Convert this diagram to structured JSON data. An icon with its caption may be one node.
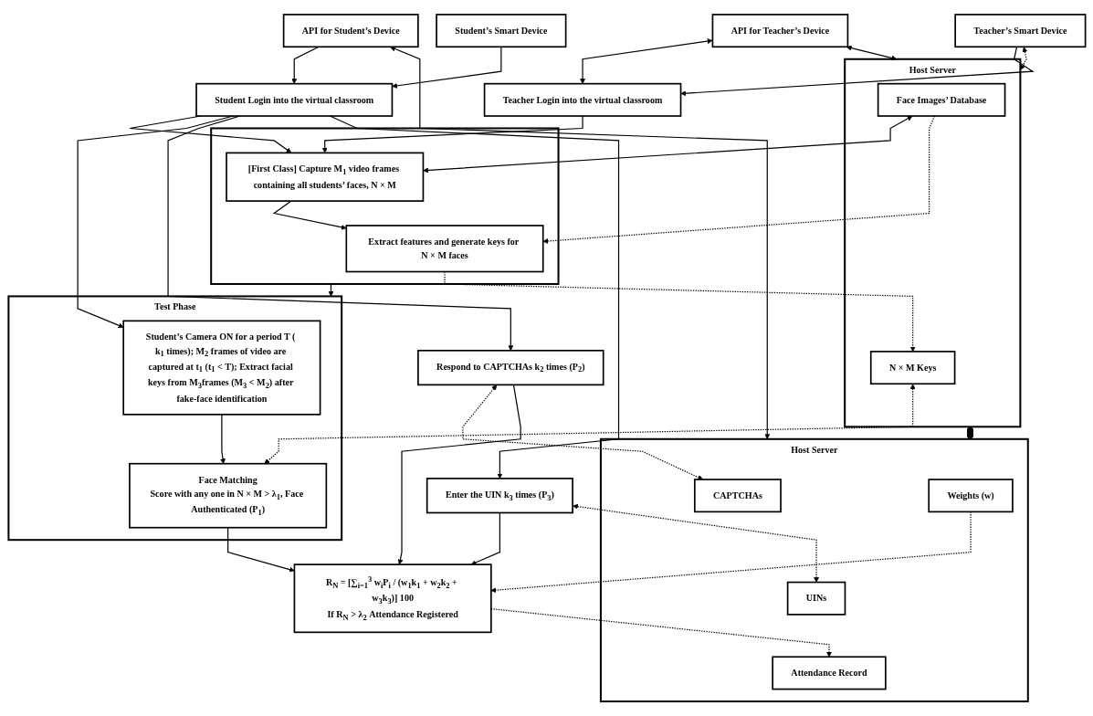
{
  "diagram": {
    "nodes": [
      {
        "text": [
          "Teacher’s Smart Device"
        ]
      },
      {
        "text": [
          "API for Teacher’s Device"
        ]
      },
      {
        "text": [
          "Teacher Login into the virtual classroom"
        ]
      },
      {
        "text": [
          "Host Server"
        ]
      },
      {
        "text": [
          "Face Images’ Database"
        ],
        "in": 3
      },
      {
        "text": [
          "N × M Keys"
        ],
        "in": 3
      },
      {
        "text": [],
        "shape": "box"
      },
      {
        "text": [
          "[First Class] Capture M$_{1}$ video frames containing all students’ faces, N × M"
        ],
        "in": 6
      },
      {
        "text": [
          "Extract features and generate keys for N × M faces"
        ],
        "in": 6
      },
      {
        "text": [
          "Test Phase"
        ]
      },
      {
        "text": [
          "Student’s Camera ON for a period T ( k$_{1}$ times); M$_{2}$ frames of video are captured at t$_{1}$ (t$_{1}$ < T); Extract facial keys from M$_{3}$frames (M$_{3}$ < M$_{2}$) after fake-face identification"
        ],
        "in": 9
      },
      {
        "text": [
          "Face Matching",
          "Score with any one in N × M > λ$_{1}$, Face Authenticated (P$_{1}$)"
        ],
        "in": 9
      },
      {
        "text": [
          "Student’s Smart Device"
        ]
      },
      {
        "text": [
          "Student Login into the virtual classroom"
        ]
      },
      {
        "text": [
          "API for Student’s Device"
        ]
      },
      {
        "text": [
          "Respond to CAPTCHAs k$_{2}$ times (P$_{2}$)"
        ]
      },
      {
        "text": [
          "Enter the UIN k$_{3}$ times (P$_{3}$)"
        ]
      },
      {
        "text": [
          "Host Server"
        ]
      },
      {
        "text": [
          "CAPTCHAs"
        ],
        "in": 17
      },
      {
        "text": [
          "UINs"
        ],
        "in": 17
      },
      {
        "text": [
          "Weights (w)"
        ],
        "in": 17
      },
      {
        "text": [
          "Attendance Record"
        ],
        "in": 17
      },
      {
        "text": [
          "R$_{N}$ = [∑$_{i=1}$$^{3}$ w$_{i}$P$_{i}$ / (w$_{1}$k$_{1}$ + w$_{2}$k$_{2}$ + w$_{3}$k$_{3}$)] 100",
          "If R$_{N}$ > λ$_{2}$ Attendance Registered"
        ]
      }
    ],
    "edges": [
      {
        "from": 0,
        "to": 2,
        "arrow": "to"
      },
      {
        "from": 1,
        "to": 2,
        "arrow": "both"
      },
      {
        "from": 1,
        "to": 3,
        "arrow": "both"
      },
      {
        "from": 0,
        "to": 3,
        "arrow": "both",
        "style": "dashed"
      },
      {
        "from": 2,
        "to": 7,
        "arrow": "to"
      },
      {
        "from": 4,
        "to": 7,
        "arrow": "both"
      },
      {
        "from": 7,
        "to": 8,
        "arrow": "to"
      },
      {
        "from": 4,
        "to": 8,
        "arrow": "to",
        "style": "dashed"
      },
      {
        "from": 8,
        "to": 5,
        "arrow": "to",
        "style": "dashed"
      },
      {
        "from": 6,
        "to": 9,
        "arrow": "to"
      },
      {
        "from": 12,
        "to": 13,
        "arrow": "to"
      },
      {
        "from": 14,
        "to": 13,
        "arrow": "to"
      },
      {
        "from": 14,
        "to": 17,
        "arrow": "both"
      },
      {
        "from": 13,
        "to": 7,
        "arrow": "to"
      },
      {
        "from": 13,
        "to": 10,
        "arrow": "to"
      },
      {
        "from": 13,
        "to": 15,
        "arrow": "to"
      },
      {
        "from": 13,
        "to": 16,
        "arrow": "to"
      },
      {
        "from": 15,
        "to": 18,
        "arrow": "both",
        "style": "dashed"
      },
      {
        "from": 16,
        "to": 19,
        "arrow": "both",
        "style": "dashed"
      },
      {
        "from": 10,
        "to": 11,
        "arrow": "to"
      },
      {
        "from": 5,
        "to": 11,
        "arrow": "both",
        "style": "dashed"
      },
      {
        "from": 15,
        "to": 22,
        "arrow": "to"
      },
      {
        "from": 16,
        "to": 22,
        "arrow": "to"
      },
      {
        "from": 11,
        "to": 22,
        "arrow": "to"
      },
      {
        "from": 20,
        "to": 22,
        "arrow": "to",
        "style": "dashed"
      },
      {
        "from": 22,
        "to": 21,
        "arrow": "to",
        "style": "dashed"
      },
      {
        "from": 3,
        "to": 17,
        "arrow": "other"
      }
    ]
  }
}
